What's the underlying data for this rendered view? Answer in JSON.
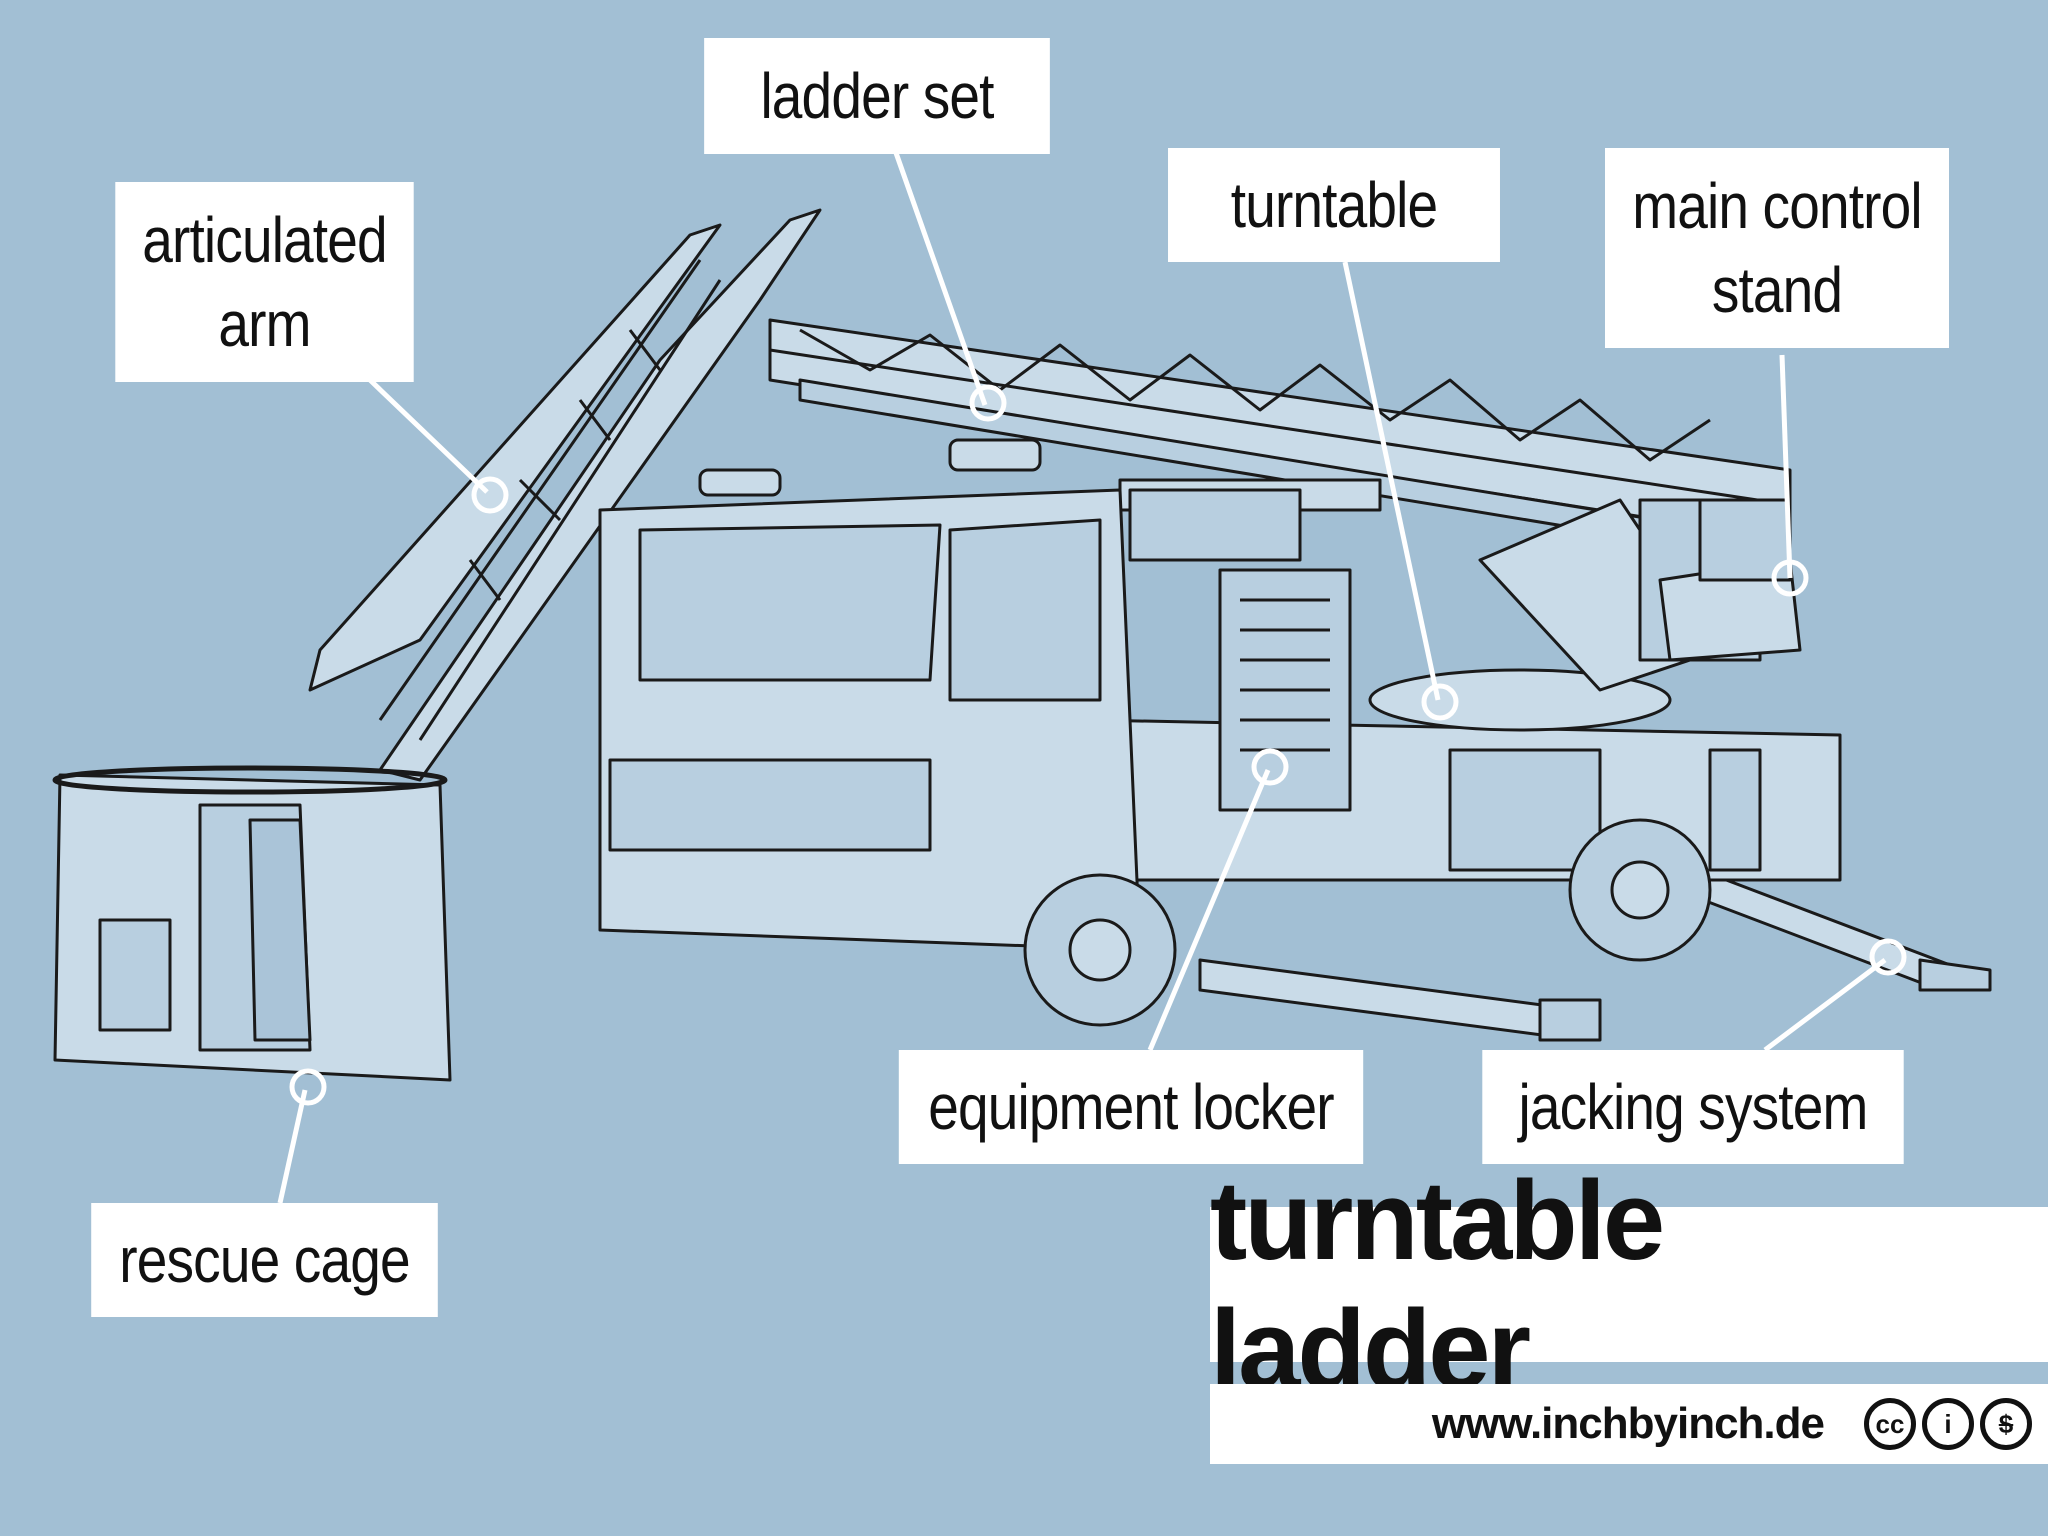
{
  "title": "turntable ladder",
  "footer": {
    "url": "www.inchbyinch.de",
    "license_icons": [
      "cc",
      "i",
      "$"
    ]
  },
  "labels": {
    "ladder_set": "ladder set",
    "turntable": "turntable",
    "main_control_stand_l1": "main control",
    "main_control_stand_l2": "stand",
    "articulated_arm_l1": "articulated",
    "articulated_arm_l2": "arm",
    "rescue_cage": "rescue cage",
    "equipment_locker": "equipment locker",
    "jacking_system": "jacking system"
  },
  "colors": {
    "background": "#a2bfd4",
    "ink": "#111111",
    "vehicle_fill": "#c9dbe8",
    "label_bg": "#ffffff"
  }
}
